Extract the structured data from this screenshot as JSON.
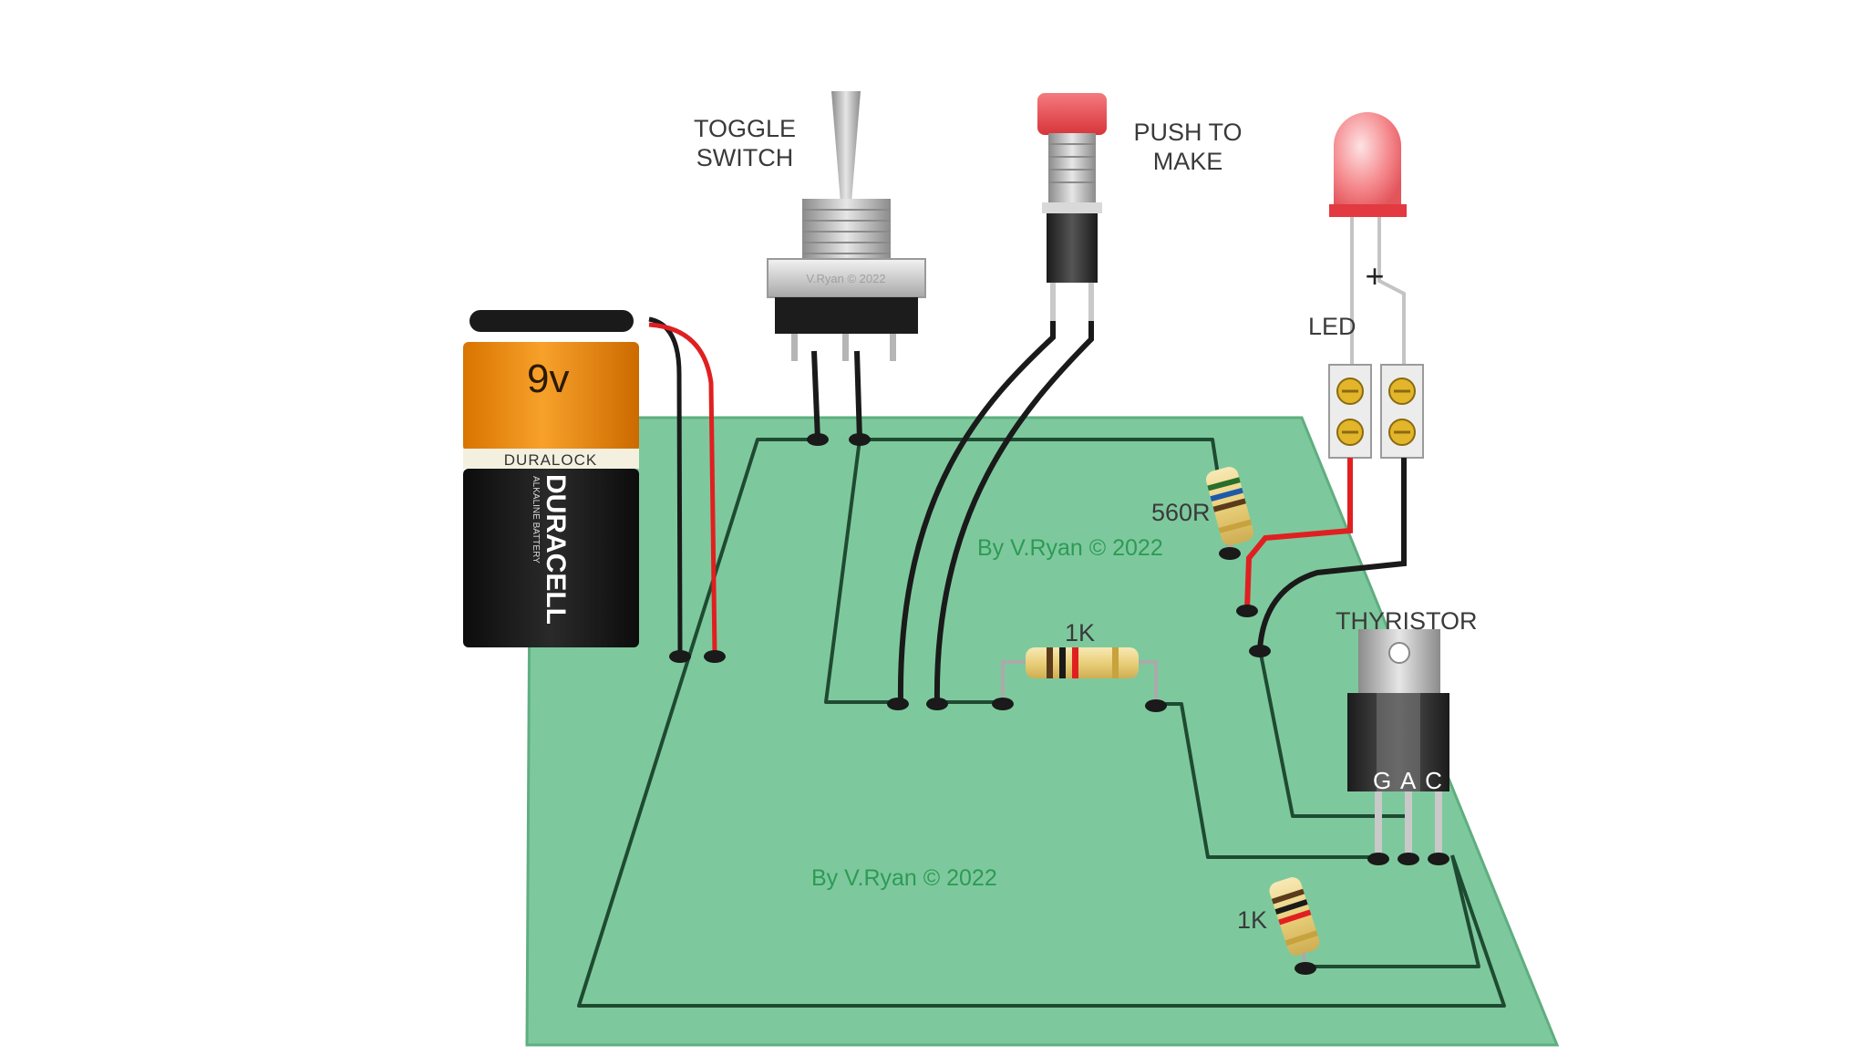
{
  "labels": {
    "toggle_switch_line1": "TOGGLE",
    "toggle_switch_line2": "SWITCH",
    "push_to_make_line1": "PUSH TO",
    "push_to_make_line2": "MAKE",
    "led": "LED",
    "led_polarity": "+",
    "resistor_560r": "560R",
    "resistor_1k_top": "1K",
    "resistor_1k_bottom": "1K",
    "thyristor": "THYRISTOR",
    "thyristor_pins": "G A C",
    "credit_top": "By V.Ryan © 2022",
    "credit_bottom": "By V.Ryan © 2022"
  },
  "battery": {
    "voltage": "9v",
    "band_text": "DURALOCK",
    "brand": "DURACELL",
    "subtitle": "ALKALINE BATTERY"
  },
  "toggle_switch": {
    "plate_text": "V.Ryan © 2022"
  },
  "colors": {
    "board": "#7dc99d",
    "track": "#1f4a32",
    "wire_red": "#e02020",
    "wire_black": "#1a1a1a",
    "credit_text": "#2e9a55",
    "battery_orange": "#f08c10",
    "push_button_red": "#e8484d",
    "led_red": "#f07a7e"
  }
}
